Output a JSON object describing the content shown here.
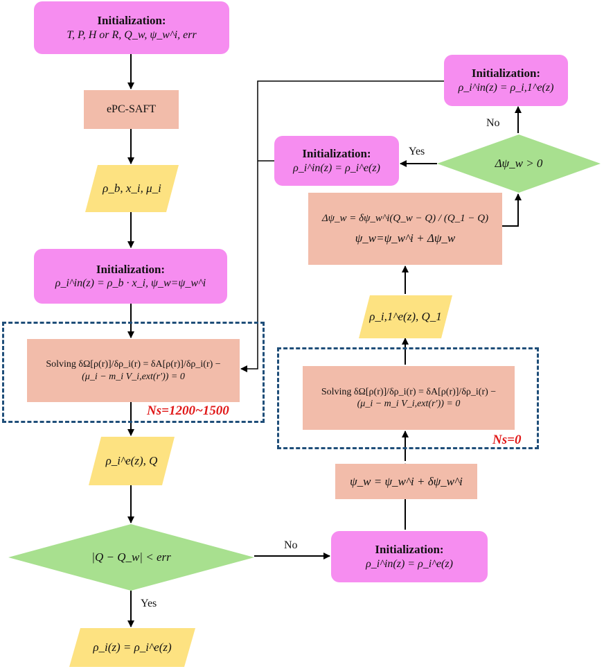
{
  "nodes": {
    "init_top": {
      "title": "Initialization:",
      "text": "T, P, H or R, Q_w, ψ_w^i, err"
    },
    "epc": {
      "text": "ePC-SAFT"
    },
    "rho_b": {
      "text": "ρ_b, x_i, μ_i"
    },
    "init_mid": {
      "title": "Initialization:",
      "text": "ρ_i^in(z) = ρ_b · x_i, ψ_w=ψ_w^i"
    },
    "solve_left": {
      "line1": "Solving δΩ[ρ(r)]/δρ_i(r) = δA[ρ(r)]/δρ_i(r) −",
      "line2": "(μ_i − m_i V_i,ext(r′)) = 0"
    },
    "rho_e_Q": {
      "text": "ρ_i^e(z), Q"
    },
    "decision_left": {
      "text": "|Q − Q_w| < err"
    },
    "final": {
      "text": "ρ_i(z) = ρ_i^e(z)"
    },
    "init_bottom_right": {
      "title": "Initialization:",
      "text": "ρ_i^in(z) = ρ_i^e(z)"
    },
    "psi_update": {
      "text": "ψ_w = ψ_w^i + δψ_w^i"
    },
    "solve_right": {
      "line1": "Solving δΩ[ρ(r)]/δρ_i(r) = δA[ρ(r)]/δρ_i(r) −",
      "line2": "(μ_i − m_i V_i,ext(r′)) = 0"
    },
    "rho_e1_Q1": {
      "text": "ρ_i,1^e(z), Q_1"
    },
    "delta_box": {
      "line1": "Δψ_w = δψ_w^i(Q_w − Q) / (Q_1 − Q)",
      "line2": "ψ_w=ψ_w^i + Δψ_w"
    },
    "decision_right": {
      "text": "Δψ_w > 0"
    },
    "init_yes": {
      "title": "Initialization:",
      "text": "ρ_i^in(z) = ρ_i^e(z)"
    },
    "init_no": {
      "title": "Initialization:",
      "text": "ρ_i^in(z) = ρ_i,1^e(z)"
    }
  },
  "groups": {
    "left": {
      "label": "Ns=1200~1500"
    },
    "right": {
      "label": "Ns=0"
    }
  },
  "edge_labels": {
    "left_no": "No",
    "left_yes": "Yes",
    "right_yes": "Yes",
    "right_no": "No"
  },
  "colors": {
    "initialization": "#f68df0",
    "process": "#f2bcaa",
    "data": "#fde281",
    "decision": "#a8e08f",
    "group_border": "#1f4e79",
    "group_label": "#e01818"
  }
}
